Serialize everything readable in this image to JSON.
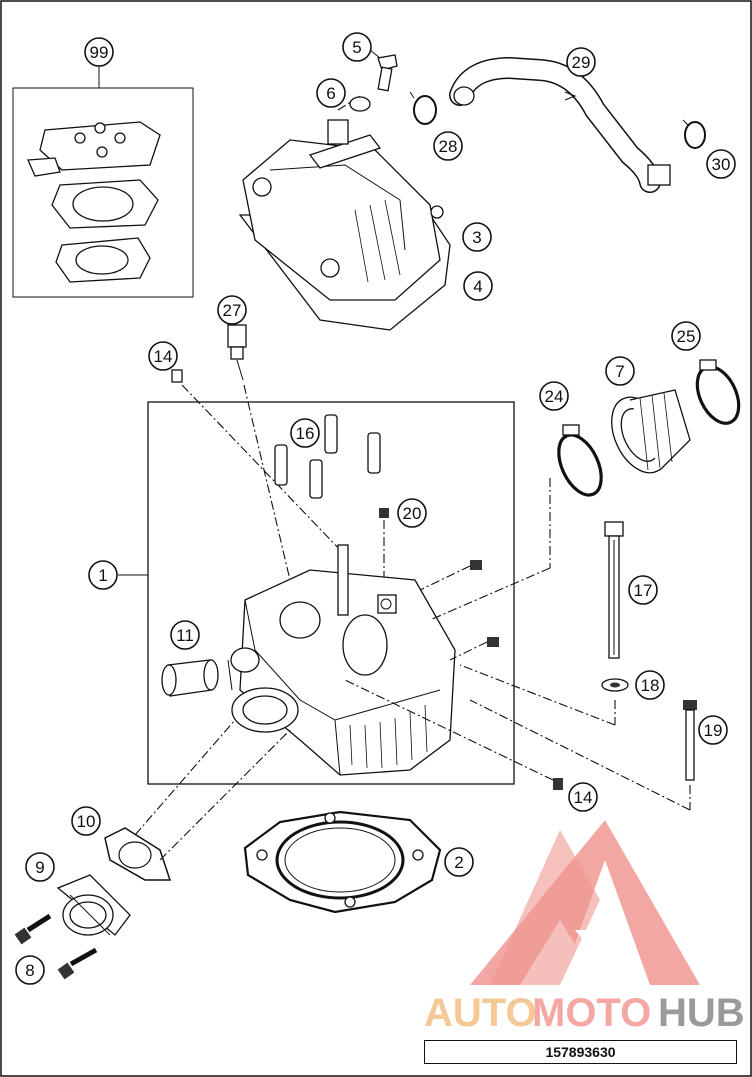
{
  "parts": [
    {
      "id": "99",
      "label": "99"
    },
    {
      "id": "5",
      "label": "5"
    },
    {
      "id": "6",
      "label": "6"
    },
    {
      "id": "29",
      "label": "29"
    },
    {
      "id": "28",
      "label": "28"
    },
    {
      "id": "30",
      "label": "30"
    },
    {
      "id": "3",
      "label": "3"
    },
    {
      "id": "4",
      "label": "4"
    },
    {
      "id": "27",
      "label": "27"
    },
    {
      "id": "14a",
      "label": "14"
    },
    {
      "id": "25",
      "label": "25"
    },
    {
      "id": "7",
      "label": "7"
    },
    {
      "id": "24",
      "label": "24"
    },
    {
      "id": "16",
      "label": "16"
    },
    {
      "id": "20",
      "label": "20"
    },
    {
      "id": "1",
      "label": "1"
    },
    {
      "id": "17",
      "label": "17"
    },
    {
      "id": "11",
      "label": "11"
    },
    {
      "id": "18",
      "label": "18"
    },
    {
      "id": "19",
      "label": "19"
    },
    {
      "id": "14b",
      "label": "14"
    },
    {
      "id": "10",
      "label": "10"
    },
    {
      "id": "2",
      "label": "2"
    },
    {
      "id": "9",
      "label": "9"
    },
    {
      "id": "8",
      "label": "8"
    }
  ],
  "watermark": {
    "part1": "AUTO",
    "part2": "MOTO",
    "part3": "HUB",
    "color_light": "#f5c896",
    "color_mid": "#f4a7a3",
    "color_dark": "#9a9a9a"
  },
  "document_number": "157893630"
}
